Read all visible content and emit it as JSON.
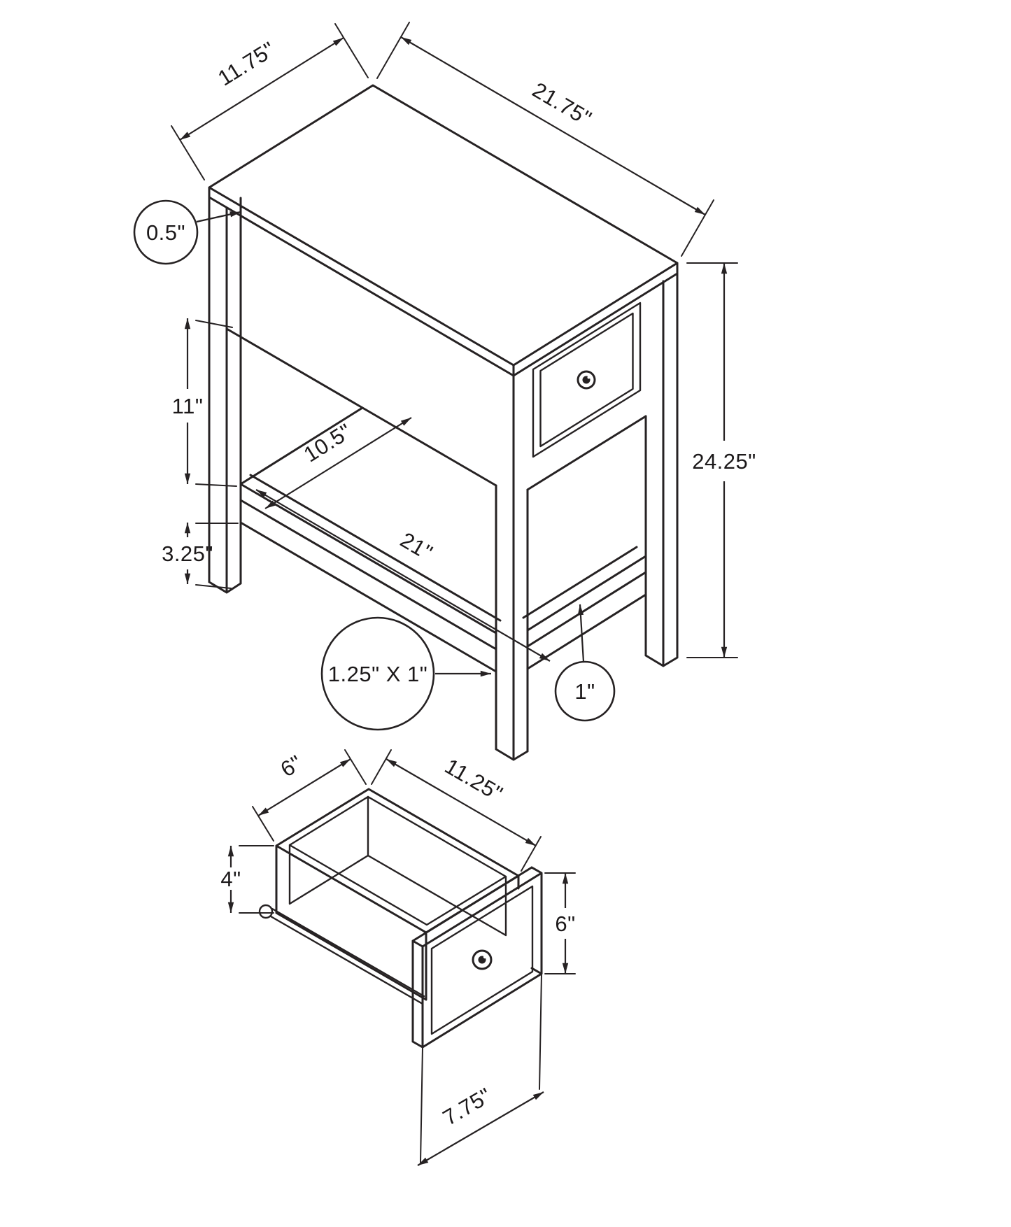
{
  "figure": {
    "background": "#ffffff",
    "line_color": "#262223"
  },
  "table_view": {
    "dims": {
      "top_depth": "11.75\"",
      "top_length": "21.75\"",
      "top_thickness": "0.5\"",
      "apron_height": "11\"",
      "base_clearance": "3.25\"",
      "shelf_depth": "10.5\"",
      "shelf_length": "21\"",
      "leg_section": "1.25\" X 1\"",
      "shelf_thickness": "1\"",
      "overall_height": "24.25\""
    }
  },
  "drawer_view": {
    "dims": {
      "inner_depth": "6\"",
      "inner_length": "11.25\"",
      "box_height": "4\"",
      "front_height": "6\"",
      "front_width": "7.75\""
    }
  }
}
